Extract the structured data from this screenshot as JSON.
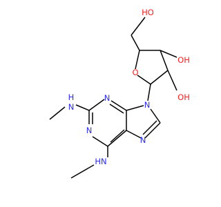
{
  "molecule": {
    "atoms": [
      {
        "id": "O_ch2oh",
        "label": "HO",
        "element": "O"
      },
      {
        "id": "O_3",
        "label": "OH",
        "element": "O"
      },
      {
        "id": "O_2",
        "label": "OH",
        "element": "O"
      },
      {
        "id": "O_ring",
        "label": "O",
        "element": "O"
      },
      {
        "id": "N9",
        "label": "N",
        "element": "N"
      },
      {
        "id": "N3",
        "label": "N",
        "element": "N"
      },
      {
        "id": "N7",
        "label": "N",
        "element": "N"
      },
      {
        "id": "N1",
        "label": "N",
        "element": "N"
      },
      {
        "id": "NH_2",
        "label": "H\nN",
        "element": "N"
      },
      {
        "id": "NH_6",
        "label": "HN",
        "element": "N"
      }
    ]
  },
  "colors": {
    "nitrogen": "#2a2aff",
    "oxygen": "#ff2020",
    "bond": "#000000",
    "background": "#ffffff"
  }
}
